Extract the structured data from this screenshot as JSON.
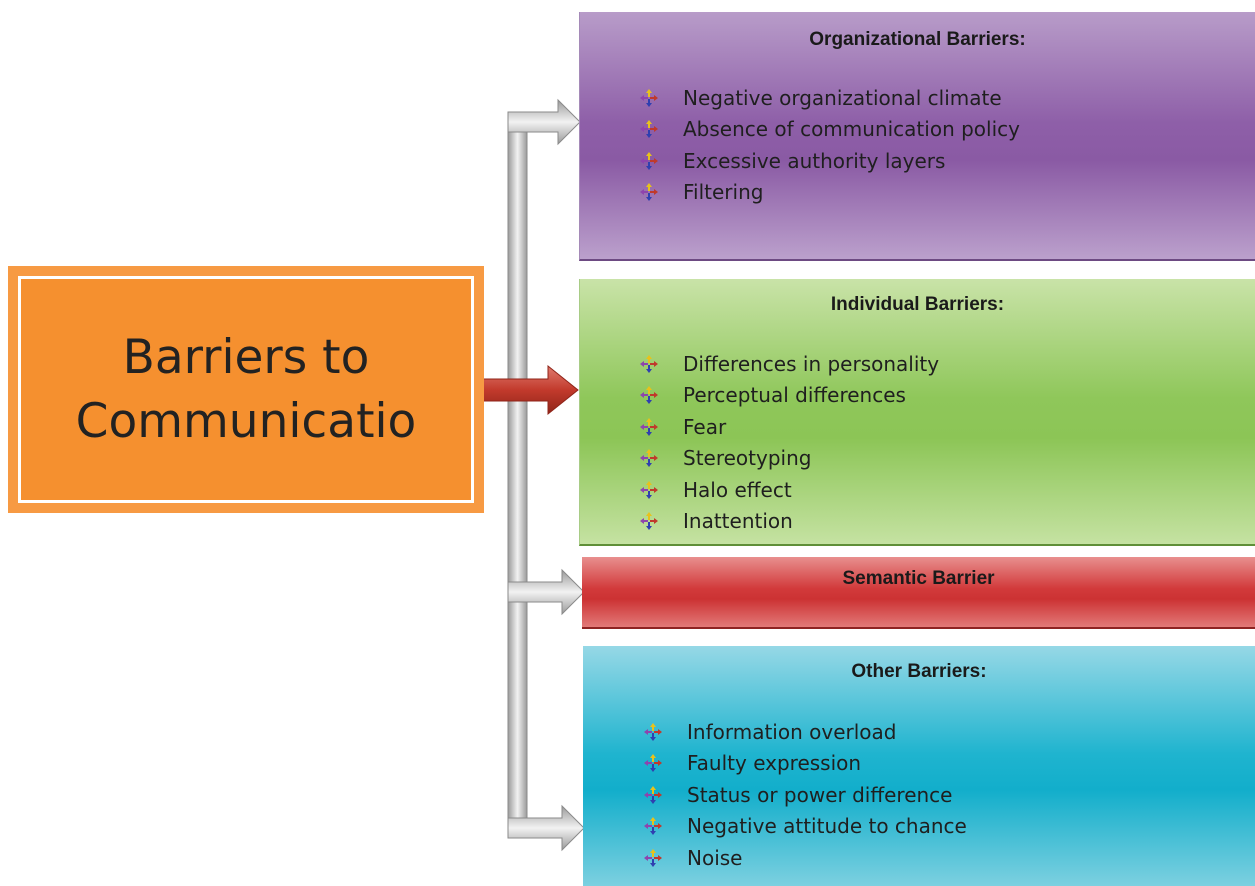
{
  "main": {
    "title": "Barriers to\nCommunicatio"
  },
  "categories": [
    {
      "heading": "Organizational Barriers:",
      "items": [
        "Negative organizational climate",
        "Absence of communication policy",
        "Excessive authority layers",
        "Filtering"
      ]
    },
    {
      "heading": "Individual Barriers:",
      "items": [
        "Differences in personality",
        "Perceptual differences",
        "Fear",
        "Stereotyping",
        "Halo effect",
        "Inattention"
      ]
    },
    {
      "heading": "Semantic Barrier",
      "items": []
    },
    {
      "heading": "Other Barriers:",
      "items": [
        "Information overload",
        "Faulty expression",
        "Status or power difference",
        "Negative attitude to chance",
        "Noise"
      ]
    }
  ],
  "colors": {
    "main_box": "#f5902f",
    "organizational": "#8e5fa8",
    "individual": "#8fc75a",
    "semantic": "#d23a3b",
    "other": "#12aecb",
    "connector_arrow": "#c8c8c8",
    "main_arrow": "#c0392b"
  },
  "icons": {
    "bullet": "four-arrow-bullet-icon"
  }
}
